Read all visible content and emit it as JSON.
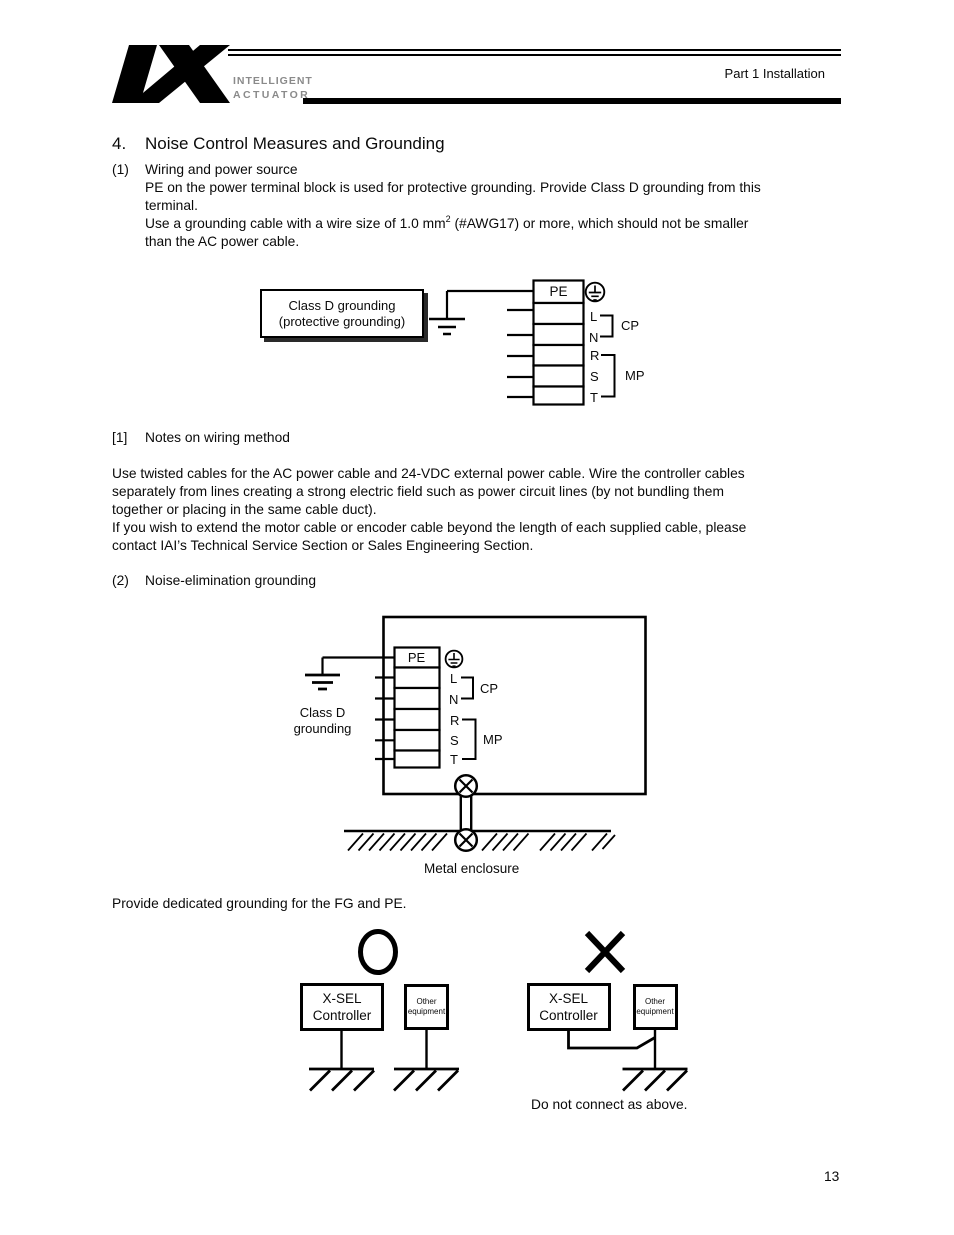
{
  "header": {
    "logo": "IX",
    "brand_line1": "INTELLIGENT",
    "brand_line2": "ACTUATOR",
    "part": "Part 1 Installation"
  },
  "section": {
    "num": "4.",
    "title": "Noise Control Measures and Grounding"
  },
  "wiring": {
    "num": "(1)",
    "title": "Wiring and power source",
    "line1": "PE on the power terminal block is used for protective grounding. Provide Class D grounding from this",
    "line2": "terminal.",
    "line3_pre": "Use a grounding cable with a wire size of 1.0 mm",
    "line3_sup": "2",
    "line3_post": " (#AWG17) or more, which should not be smaller",
    "line4": "than the AC power cable."
  },
  "diagram1": {
    "callout1": "Class D grounding",
    "callout2": "(protective grounding)",
    "pe": "PE",
    "l": "L",
    "n": "N",
    "r": "R",
    "s": "S",
    "t": "T",
    "cp": "CP",
    "mp": "MP"
  },
  "notes": {
    "num": "[1]",
    "title": "Notes on wiring method",
    "lines": [
      "Use twisted cables for the AC power cable and 24-VDC external power cable. Wire the controller cables",
      "separately from lines creating a strong electric field such as power circuit lines (by not bundling them",
      "together or placing in the same cable duct).",
      "If you wish to extend the motor cable or encoder cable beyond the length of each supplied cable, please",
      "contact IAI’s Technical Service Section or Sales Engineering Section."
    ]
  },
  "noise": {
    "num": "(2)",
    "title": "Noise-elimination grounding"
  },
  "diagram2": {
    "ground1": "Class D",
    "ground2": "grounding",
    "pe": "PE",
    "l": "L",
    "n": "N",
    "r": "R",
    "s": "S",
    "t": "T",
    "cp": "CP",
    "mp": "MP",
    "metal": "Metal enclosure"
  },
  "dedicated": "Provide dedicated grounding for the FG and PE.",
  "diagram3": {
    "xsel_line1": "X-SEL",
    "xsel_line2": "Controller",
    "other_line1": "Other",
    "other_line2": "equipment",
    "caption": "Do not connect as above."
  },
  "page_number": "13",
  "colors": {
    "ink": "#000000",
    "brand_gray": "#8a8a8a"
  },
  "icons": {
    "protective_earth_icon": "⏚",
    "earth_ground_icon": "⏚",
    "correct_mark_icon": "○",
    "incorrect_mark_icon": "✕"
  }
}
